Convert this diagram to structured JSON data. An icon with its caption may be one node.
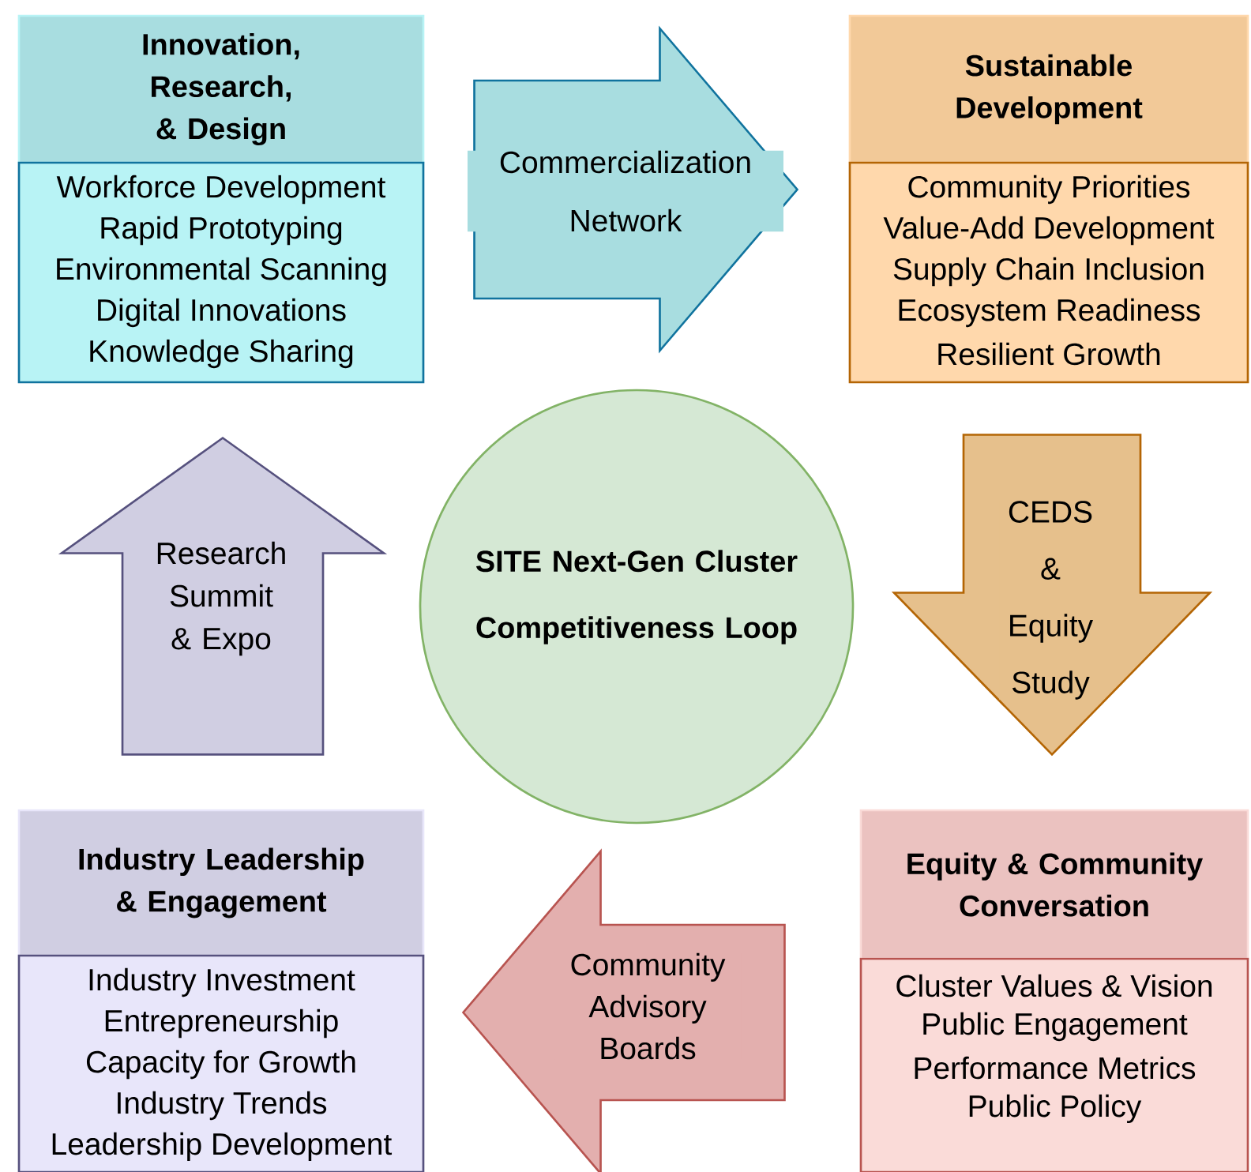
{
  "diagram": {
    "nodes": [
      {
        "text": [
          "Innovation, Research, & Design",
          "Workforce Development",
          "Rapid Prototyping",
          "Environmental Scanning",
          "Digital Innovations",
          "Knowledge Sharing"
        ]
      },
      {
        "text": [
          "Sustainable Development",
          "Community Priorities",
          "Value-Add Development",
          "Supply Chain Inclusion",
          "Ecosystem Readiness",
          "Resilient Growth"
        ]
      },
      {
        "text": [
          "SITE Next-Gen Cluster Competitiveness Loop"
        ]
      },
      {
        "text": [
          "Industry Leadership & Engagement",
          "Industry Investment",
          "Entrepreneurship",
          "Capacity for Growth",
          "Industry Trends",
          "Leadership Development"
        ]
      },
      {
        "text": [
          "Equity & Community Conversation",
          "Cluster Values & Vision",
          "Public Engagement",
          "Performance Metrics",
          "Public Policy"
        ]
      }
    ],
    "edges": [
      {
        "from": 0,
        "to": 1,
        "arrow": "to",
        "label": "Commercialization Network"
      },
      {
        "from": 1,
        "to": 4,
        "arrow": "to",
        "label": "CEDS & Equity Study"
      },
      {
        "from": 4,
        "to": 3,
        "arrow": "to",
        "label": "Community Advisory Boards"
      },
      {
        "from": 3,
        "to": 0,
        "arrow": "to",
        "label": "Research Summit & Expo"
      }
    ]
  }
}
